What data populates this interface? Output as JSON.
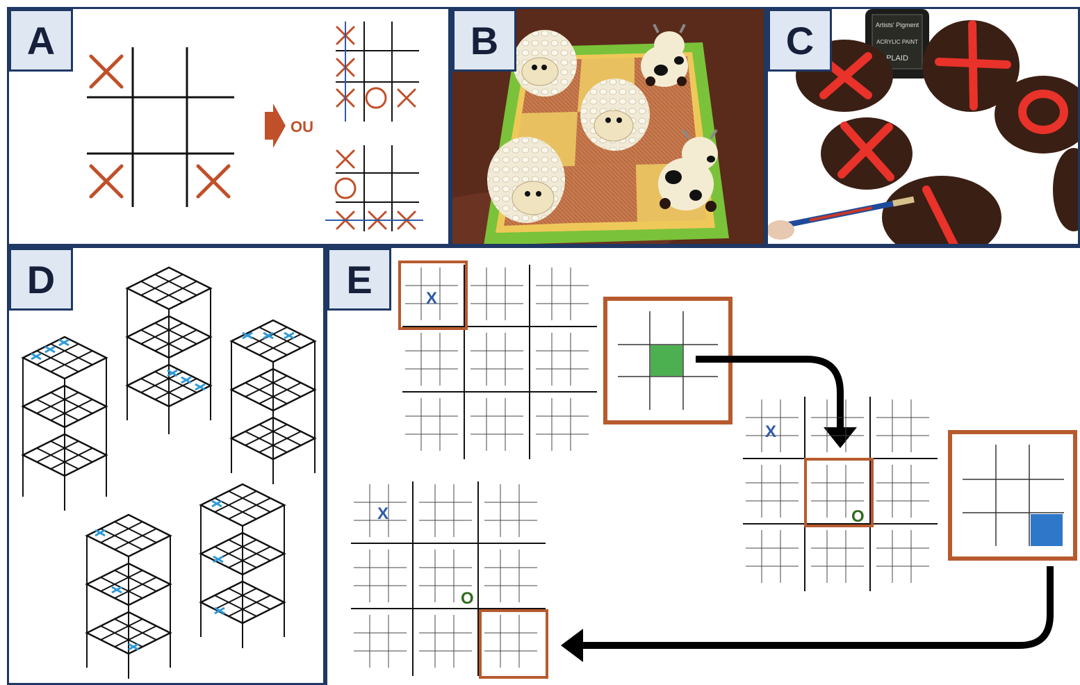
{
  "panels": {
    "a": {
      "label": "A",
      "ou_text": "OU"
    },
    "b": {
      "label": "B"
    },
    "c": {
      "label": "C",
      "bottle_line1": "Artists' Pigment",
      "bottle_line2": "ACRYLIC PAINT",
      "bottle_line3": "PLAID"
    },
    "d": {
      "label": "D"
    },
    "e": {
      "label": "E",
      "mark_x": "X",
      "mark_o": "O"
    }
  },
  "colors": {
    "frame": "#1f3864",
    "cross_orange": "#c0502a",
    "win_line_blue": "#2e5aa8",
    "highlight_box": "#b75a2e",
    "green_cell": "#4caf50",
    "blue_cell": "#2f77c9",
    "paint_red": "#e8322a"
  }
}
